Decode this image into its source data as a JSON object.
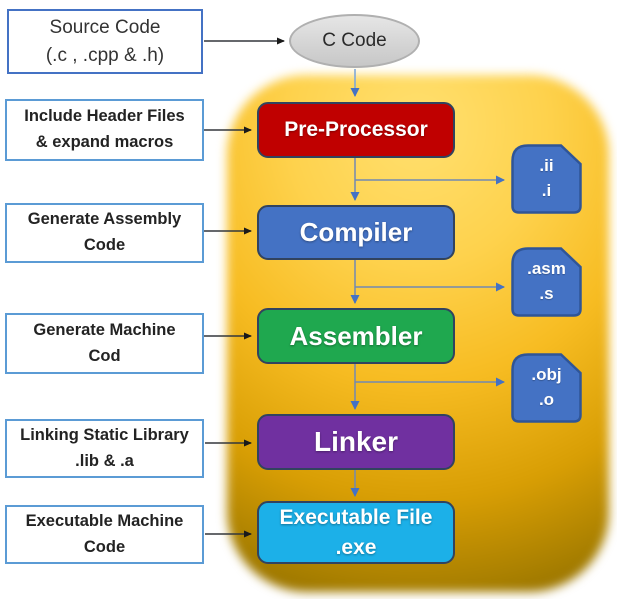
{
  "diagram": {
    "title_implicit": "C/C++ compilation process flow",
    "source_box": {
      "lines": [
        "Source Code",
        "(.c , .cpp & .h)"
      ]
    },
    "c_code": {
      "label": "C Code"
    },
    "left_notes": [
      {
        "lines": [
          "Include Header Files",
          "& expand macros"
        ]
      },
      {
        "lines": [
          "Generate Assembly",
          "Code"
        ]
      },
      {
        "lines": [
          "Generate Machine",
          "Cod"
        ]
      },
      {
        "lines": [
          "Linking Static Library",
          ".lib & .a"
        ]
      },
      {
        "lines": [
          "Executable Machine",
          "Code"
        ]
      }
    ],
    "stages": [
      {
        "label": "Pre-Processor",
        "color": "#c00000"
      },
      {
        "label": "Compiler",
        "color": "#4472c4"
      },
      {
        "label": "Assembler",
        "color": "#1fa84f"
      },
      {
        "label": "Linker",
        "color": "#7030a0"
      },
      {
        "lines": [
          "Executable File",
          ".exe"
        ],
        "color": "#1cb0e8"
      }
    ],
    "file_badges": [
      {
        "lines": [
          ".ii",
          ".i"
        ],
        "color": "#4472c4"
      },
      {
        "lines": [
          ".asm",
          ".s"
        ],
        "color": "#4472c4"
      },
      {
        "lines": [
          ".obj",
          ".o"
        ],
        "color": "#4472c4"
      }
    ],
    "colors": {
      "background_glow_top": "#ffe070",
      "background_glow_bottom": "#997300",
      "note_border": "#5b9bd5",
      "stage_border": "#31435f",
      "badge_border": "#2f5597",
      "connector_line": "#7289b2",
      "connector_arrow": "#4472c4",
      "black_arrow": "#1a1a1a",
      "ellipse_fill": "#d9d9d9"
    }
  }
}
